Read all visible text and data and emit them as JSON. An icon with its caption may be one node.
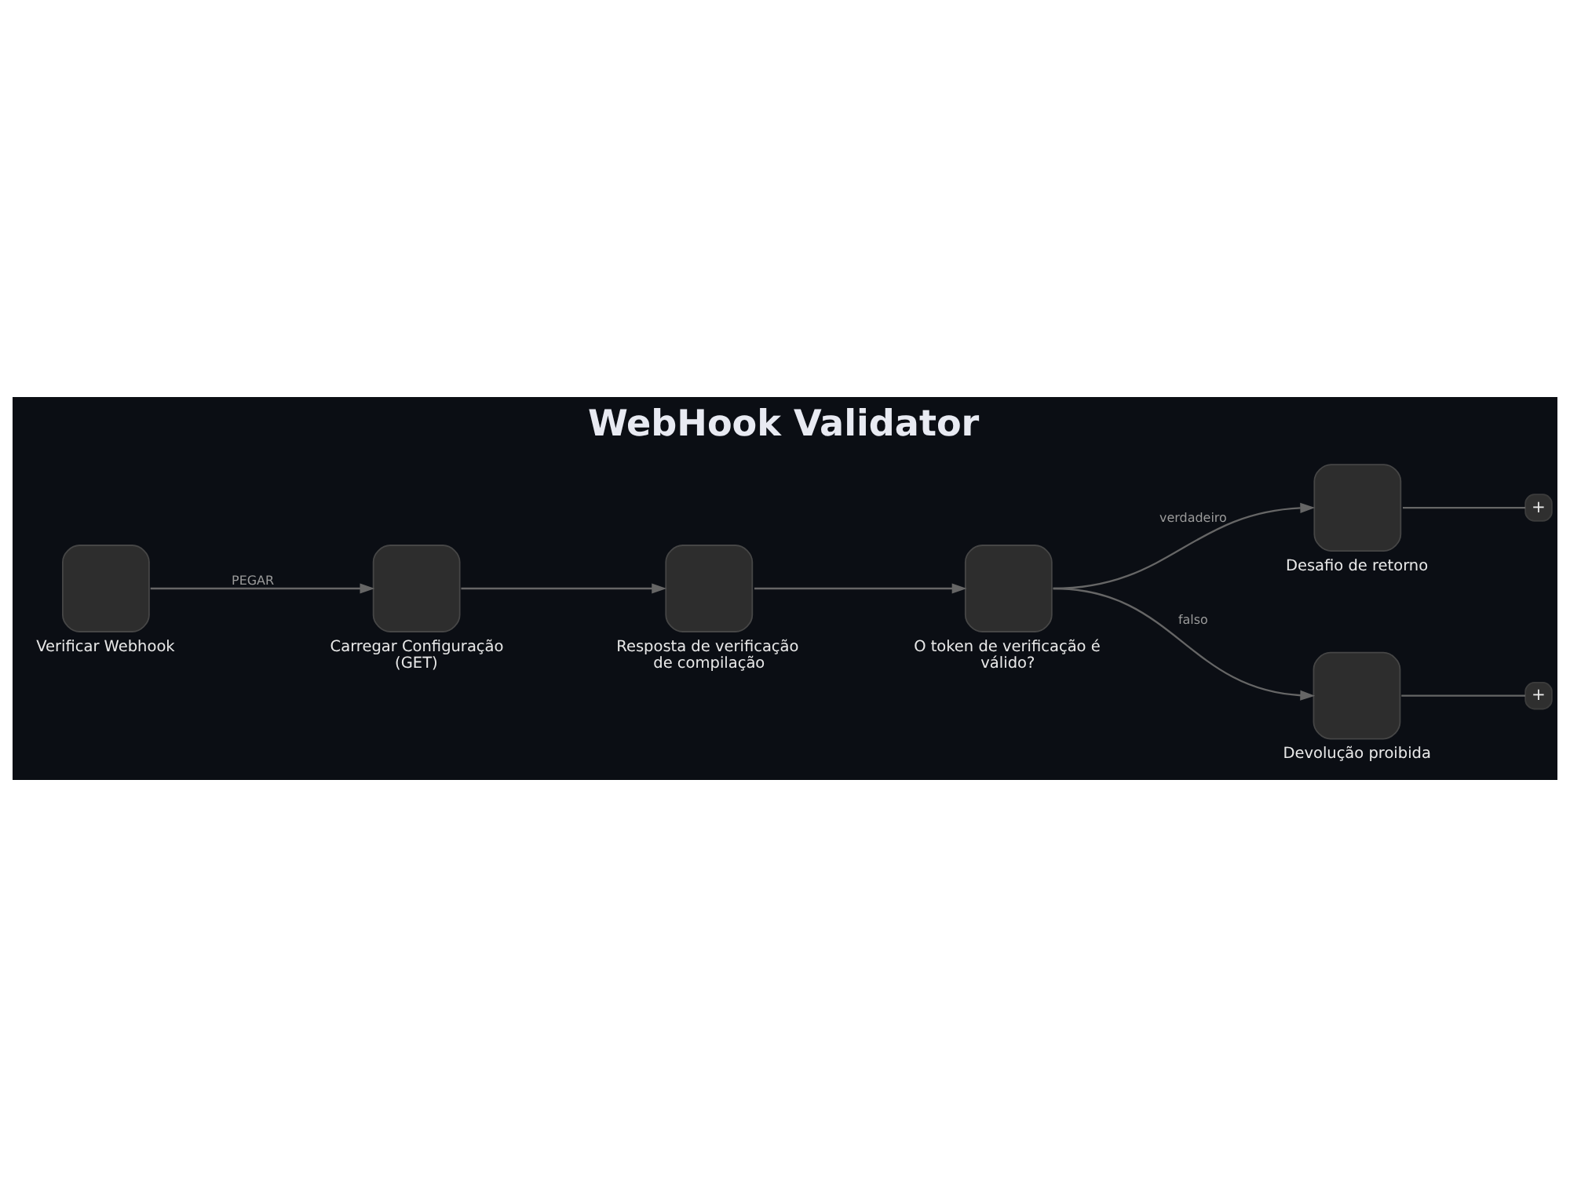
{
  "diagram": {
    "title": "WebHook Validator",
    "nodes": [
      {
        "text": [
          "Verificar Webhook"
        ]
      },
      {
        "text": [
          "Carregar Configuração (GET)"
        ]
      },
      {
        "text": [
          "Resposta de verificação de compilação"
        ]
      },
      {
        "text": [
          "O token de verificação é válido?"
        ]
      },
      {
        "text": [
          "Desafio de retorno"
        ]
      },
      {
        "text": [
          "Devolução proibida"
        ]
      },
      {
        "text": [
          "+"
        ]
      },
      {
        "text": [
          "+"
        ]
      }
    ],
    "edges": [
      {
        "from": 0,
        "to": 1,
        "arrow": "to",
        "label": "PEGAR"
      },
      {
        "from": 1,
        "to": 2,
        "arrow": "to"
      },
      {
        "from": 2,
        "to": 3,
        "arrow": "to"
      },
      {
        "from": 3,
        "to": 4,
        "arrow": "to",
        "label": "verdadeiro"
      },
      {
        "from": 3,
        "to": 5,
        "arrow": "to",
        "label": "falso"
      },
      {
        "from": 4,
        "to": 6,
        "arrow": "none"
      },
      {
        "from": 5,
        "to": 7,
        "arrow": "none"
      }
    ]
  }
}
